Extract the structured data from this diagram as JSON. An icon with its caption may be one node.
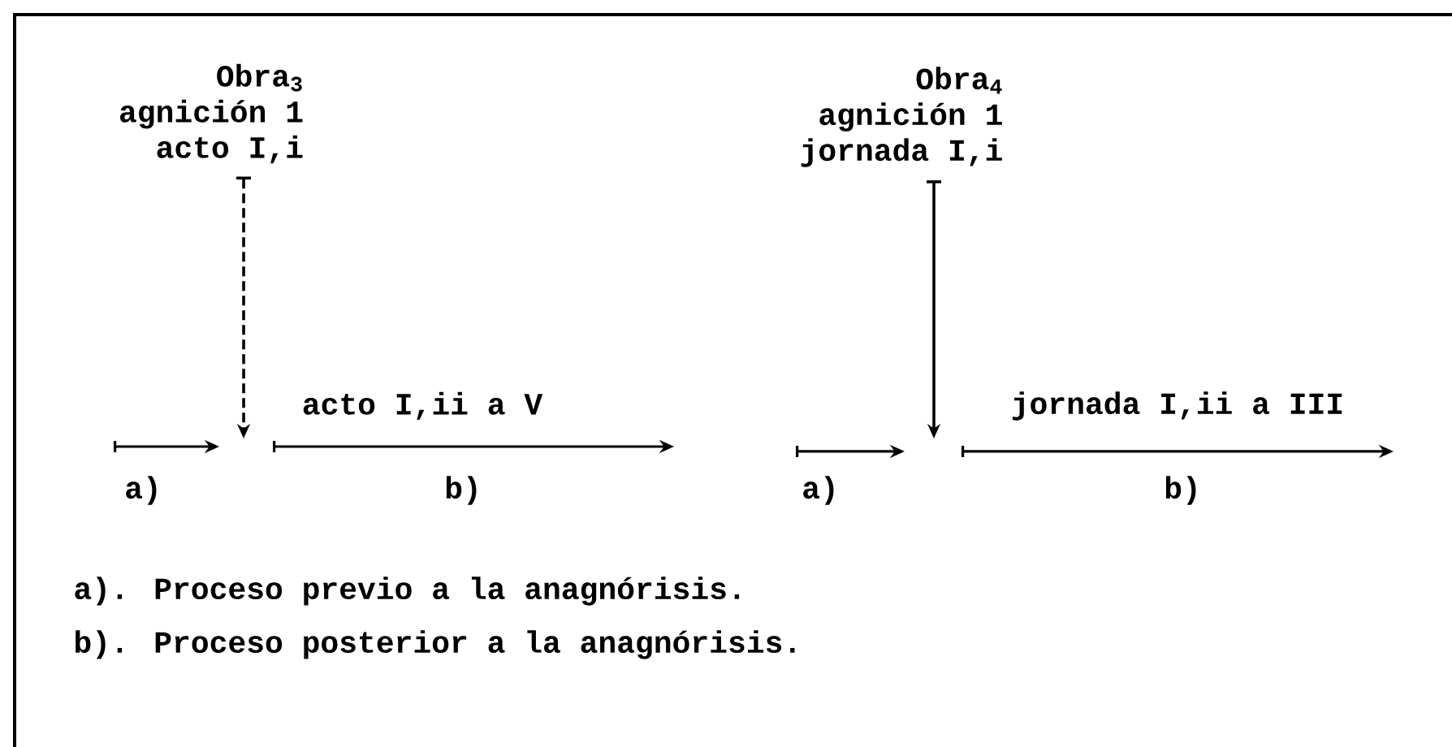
{
  "diagram": {
    "nodes": [
      {
        "text": [
          "Obra$_{3}$",
          "agnición 1",
          "acto I,i"
        ]
      },
      {
        "text": [
          "Obra$_{4}$",
          "agnición 1",
          "jornada I,i"
        ]
      }
    ],
    "edges": [
      {
        "from": 0,
        "to": null,
        "arrow": "to",
        "style": "dashed"
      },
      {
        "from": 1,
        "to": null,
        "arrow": "to"
      }
    ],
    "labels": [
      "acto I,ii a V",
      "a)",
      "b)",
      "jornada I,ii a III",
      "a)",
      "b)",
      "a). Proceso previo a la anagnórisis.",
      "b). Proceso posterior a la anagnórisis."
    ]
  }
}
